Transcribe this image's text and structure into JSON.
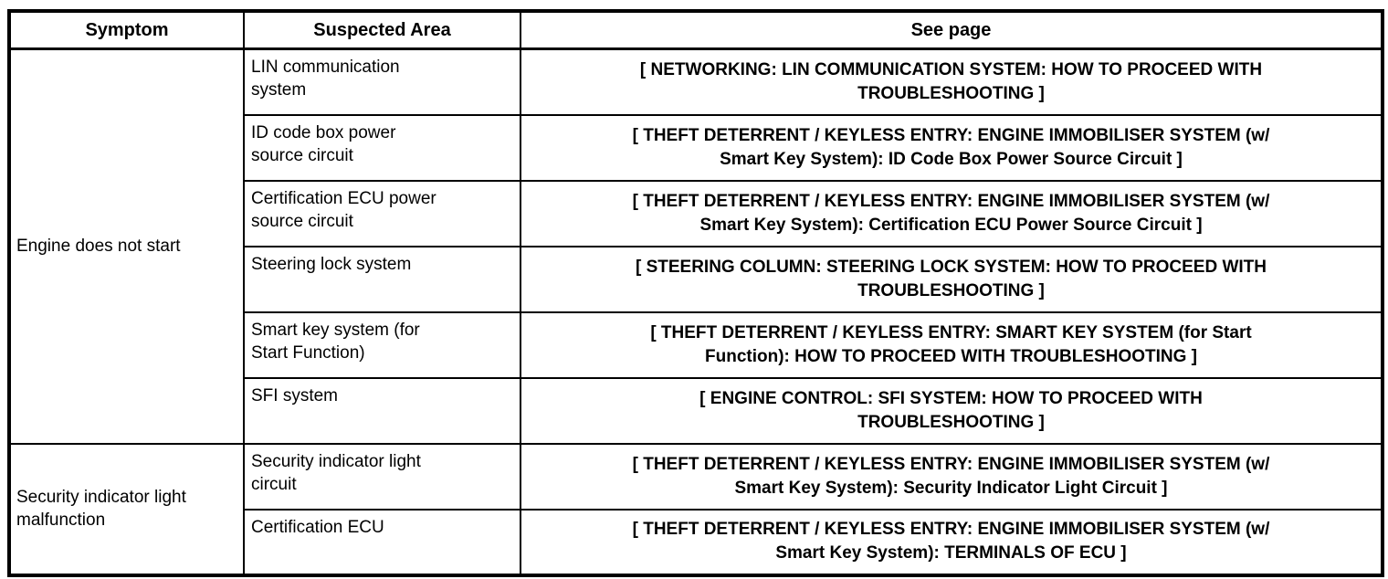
{
  "table": {
    "headers": {
      "symptom": "Symptom",
      "suspected_area": "Suspected Area",
      "see_page": "See page"
    },
    "groups": [
      {
        "symptom": "Engine does not start",
        "rows": [
          {
            "area": "LIN communication\nsystem",
            "page": "[ NETWORKING: LIN COMMUNICATION SYSTEM: HOW TO PROCEED WITH\nTROUBLESHOOTING ]"
          },
          {
            "area": "ID code box power\nsource circuit",
            "page": "[ THEFT DETERRENT / KEYLESS ENTRY: ENGINE IMMOBILISER SYSTEM (w/\nSmart Key System): ID Code Box Power Source Circuit ]"
          },
          {
            "area": "Certification ECU power\nsource circuit",
            "page": "[ THEFT DETERRENT / KEYLESS ENTRY: ENGINE IMMOBILISER SYSTEM (w/\nSmart Key System): Certification ECU Power Source Circuit ]"
          },
          {
            "area": "Steering lock system",
            "page": "[ STEERING COLUMN: STEERING LOCK SYSTEM: HOW TO PROCEED WITH\nTROUBLESHOOTING ]"
          },
          {
            "area": "Smart key system (for\nStart Function)",
            "page": "[ THEFT DETERRENT / KEYLESS ENTRY: SMART KEY SYSTEM (for Start\nFunction): HOW TO PROCEED WITH TROUBLESHOOTING ]"
          },
          {
            "area": "SFI system",
            "page": "[ ENGINE CONTROL: SFI SYSTEM: HOW TO PROCEED WITH\nTROUBLESHOOTING ]"
          }
        ]
      },
      {
        "symptom": "Security indicator light\nmalfunction",
        "rows": [
          {
            "area": "Security indicator light\ncircuit",
            "page": "[ THEFT DETERRENT / KEYLESS ENTRY: ENGINE IMMOBILISER SYSTEM (w/\nSmart Key System): Security Indicator Light Circuit ]"
          },
          {
            "area": "Certification ECU",
            "page": "[ THEFT DETERRENT / KEYLESS ENTRY: ENGINE IMMOBILISER SYSTEM (w/\nSmart Key System): TERMINALS OF ECU ]"
          }
        ]
      }
    ]
  }
}
